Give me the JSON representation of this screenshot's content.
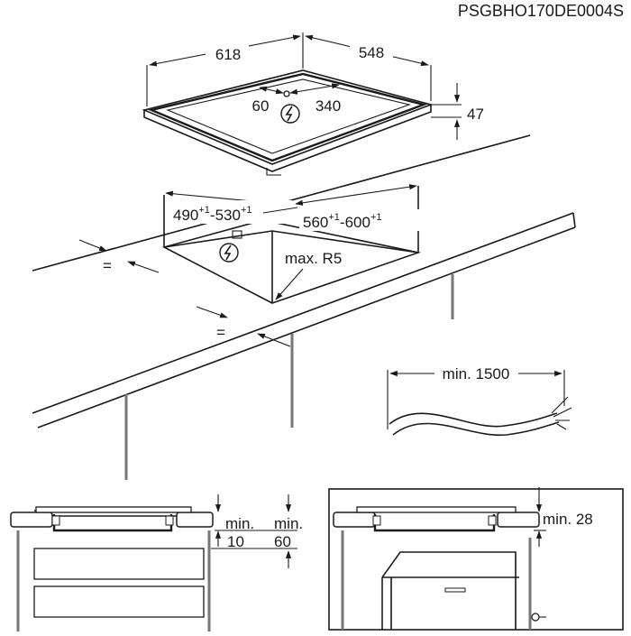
{
  "doc_code": "PSGBHO170DE0004S",
  "hob_dimensions": {
    "width": "618",
    "depth": "548",
    "height": "47",
    "connection_offset_a": "60",
    "connection_offset_b": "340"
  },
  "cutout": {
    "depth_a": "490",
    "depth_a_tol": "+1",
    "depth_sep": "-",
    "depth_b": "530",
    "depth_b_tol": "+1",
    "width_a": "560",
    "width_a_tol": "+1",
    "width_sep": "-",
    "width_b": "600",
    "width_b_tol": "+1",
    "corner_radius": "max. R5",
    "equal_sign": "="
  },
  "cable": {
    "min_length": "min. 1500"
  },
  "section_left": {
    "label_a_line1": "min.",
    "label_a_line2": "10",
    "label_b_line1": "min.",
    "label_b_line2": "60"
  },
  "section_right": {
    "label": "min. 28"
  },
  "icons": [
    "electric-connection-icon"
  ]
}
